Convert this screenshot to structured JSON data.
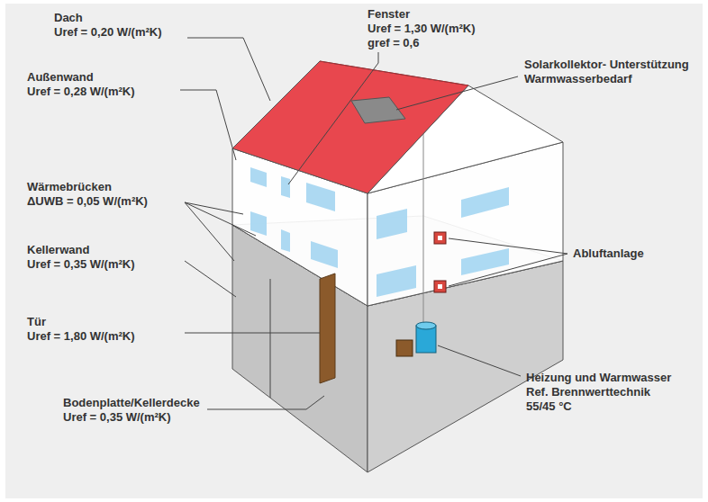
{
  "diagram": {
    "labels": [
      "Dach",
      "Uref = 0,20 W/(m²K)",
      "Fenster",
      "Uref = 1,30 W/(m²K)",
      "gref = 0,6",
      "Außenwand",
      "Uref = 0,28 W/(m²K)",
      "Solarkollektor- Unterstützung Warmwasserbedarf",
      "Wärmebrücken",
      "ΔUWB = 0,05 W/(m²K)",
      "Abluftanlage",
      "Kellerwand",
      "Uref = 0,35 W/(m²K)",
      "Tür",
      "Uref = 1,80 W/(m²K)",
      "Heizung und Warmwasser Ref. Brennwerttechnik 55/45 °C",
      "Bodenplatte/Kellerdecke",
      "Uref = 0,35 W/(m²K)"
    ]
  }
}
